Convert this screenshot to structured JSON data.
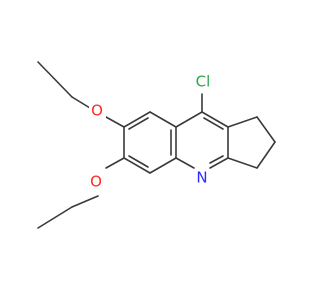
{
  "molecule": {
    "atoms": {
      "cl": {
        "symbol": "Cl",
        "color": "#2aa84a"
      },
      "o_top": {
        "symbol": "O",
        "color": "#ff2a1f"
      },
      "o_bottom": {
        "symbol": "O",
        "color": "#ff2a1f"
      },
      "n": {
        "symbol": "N",
        "color": "#2b2bff"
      }
    },
    "bond_color": "#3a3a3a"
  }
}
